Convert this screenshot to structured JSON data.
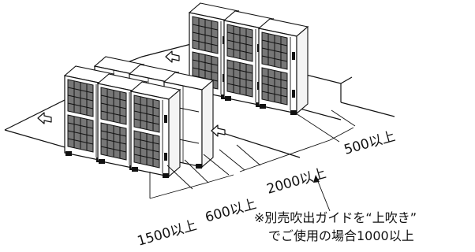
{
  "dimensions": {
    "front_left": "1500以上",
    "front_gap": "600以上",
    "rear_gap": "2000以上",
    "rear_wall": "500以上"
  },
  "note": {
    "line1": "※別売吹出ガイドを“上吹き”",
    "line2": "でご使用の場合1000以上"
  },
  "icons": {
    "unit": "outdoor-unit-icon",
    "airflow": "airflow-arrow-icon"
  }
}
